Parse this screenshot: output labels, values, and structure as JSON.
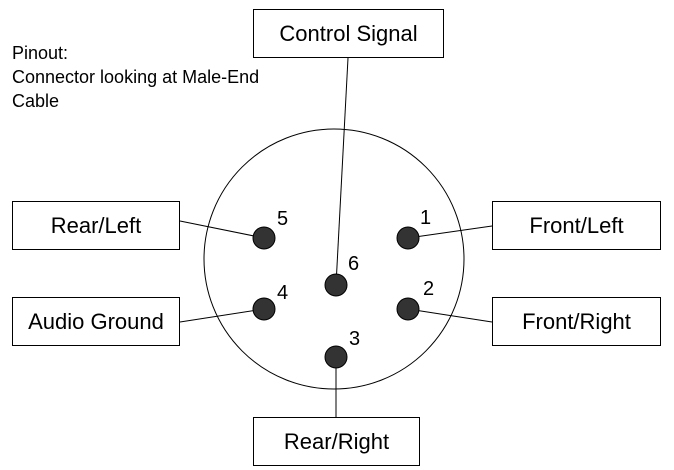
{
  "caption": {
    "line1": "Pinout:",
    "line2": "Connector looking at Male-End",
    "line3": "Cable"
  },
  "pins": [
    {
      "number": "1",
      "signal": "Front/Left"
    },
    {
      "number": "2",
      "signal": "Front/Right"
    },
    {
      "number": "3",
      "signal": "Rear/Right"
    },
    {
      "number": "4",
      "signal": "Audio Ground"
    },
    {
      "number": "5",
      "signal": "Rear/Left"
    },
    {
      "number": "6",
      "signal": "Control Signal"
    }
  ],
  "colors": {
    "line": "#000000",
    "pin_fill": "#333333",
    "background": "#ffffff"
  }
}
